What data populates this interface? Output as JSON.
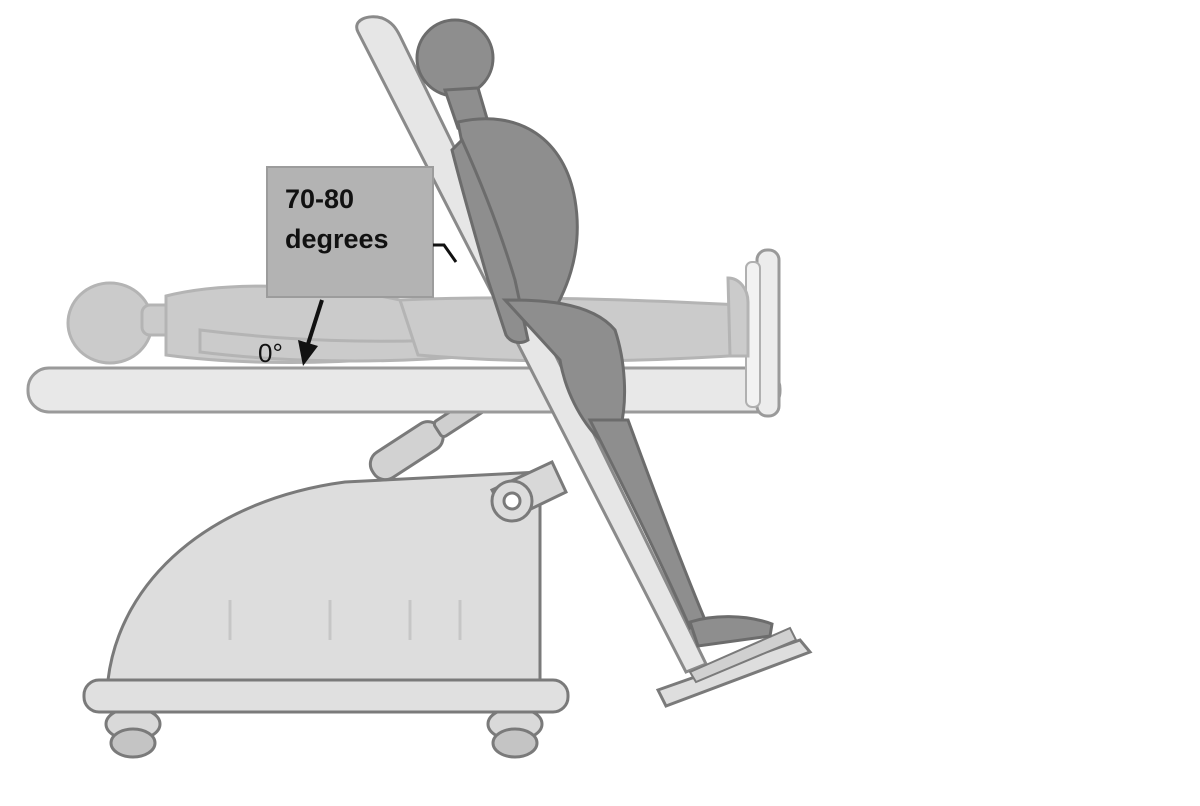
{
  "labels": {
    "tilt_angle_line1": "70-80",
    "tilt_angle_line2": "degrees",
    "flat_angle": "0°"
  },
  "colors": {
    "background": "#ffffff",
    "equipment_fill": "#dcdcdc",
    "equipment_stroke": "#8a8a8a",
    "figure_flat": "#c9c9c9",
    "figure_standing": "#8a8a8a",
    "label_box": "#b3b3b3",
    "arrow": "#111111"
  }
}
